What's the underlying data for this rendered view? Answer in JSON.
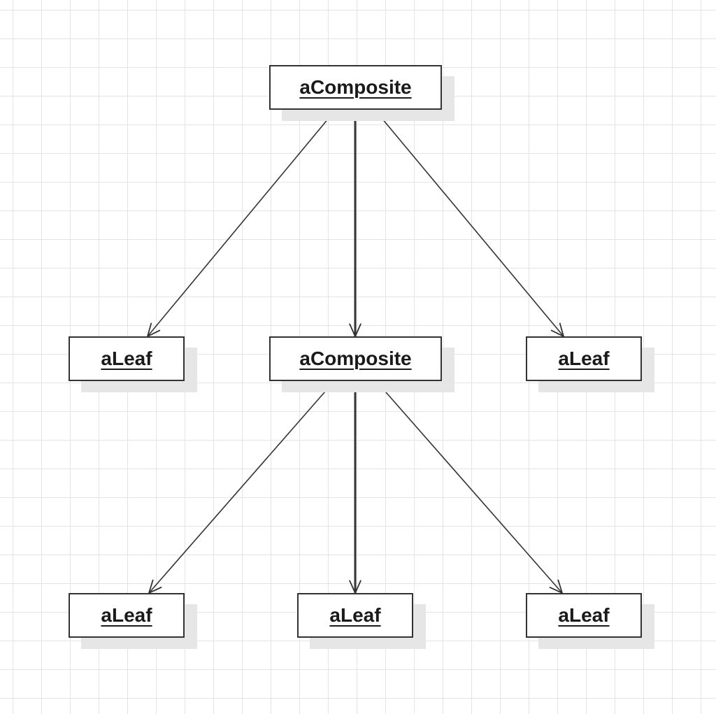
{
  "nodes": {
    "root": {
      "label": "aComposite",
      "type": "composite"
    },
    "level1_left": {
      "label": "aLeaf",
      "type": "leaf"
    },
    "level1_middle": {
      "label": "aComposite",
      "type": "composite"
    },
    "level1_right": {
      "label": "aLeaf",
      "type": "leaf"
    },
    "level2_left": {
      "label": "aLeaf",
      "type": "leaf"
    },
    "level2_middle": {
      "label": "aLeaf",
      "type": "leaf"
    },
    "level2_right": {
      "label": "aLeaf",
      "type": "leaf"
    }
  },
  "edges": [
    {
      "from": "root",
      "to": "level1_left"
    },
    {
      "from": "root",
      "to": "level1_middle"
    },
    {
      "from": "root",
      "to": "level1_right"
    },
    {
      "from": "level1_middle",
      "to": "level2_left"
    },
    {
      "from": "level1_middle",
      "to": "level2_middle"
    },
    {
      "from": "level1_middle",
      "to": "level2_right"
    }
  ],
  "colors": {
    "stroke": "#333333",
    "grid": "#e4e4e4",
    "shadow": "#e6e6e6",
    "background": "#ffffff"
  }
}
